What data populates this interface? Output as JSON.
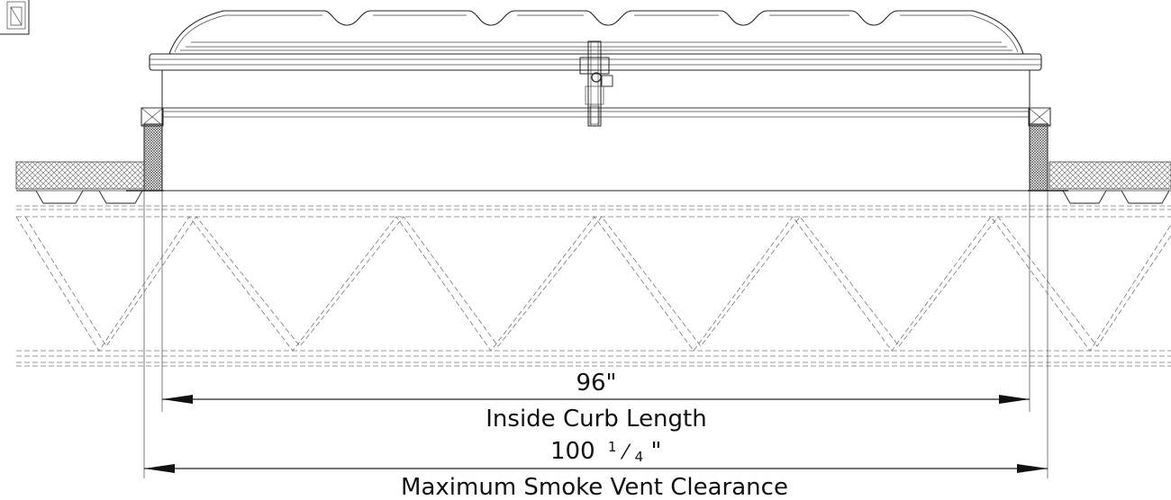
{
  "dimensions": {
    "inside": {
      "value": "96\"",
      "label": "Inside Curb Length"
    },
    "clearance": {
      "value_whole": "100",
      "value_fraction_num": "1",
      "value_fraction_den": "4",
      "value_unit": "\"",
      "label": "Maximum Smoke Vent Clearance"
    }
  },
  "colors": {
    "line": "#222222",
    "hatch": "#555555",
    "background": "#ffffff"
  }
}
